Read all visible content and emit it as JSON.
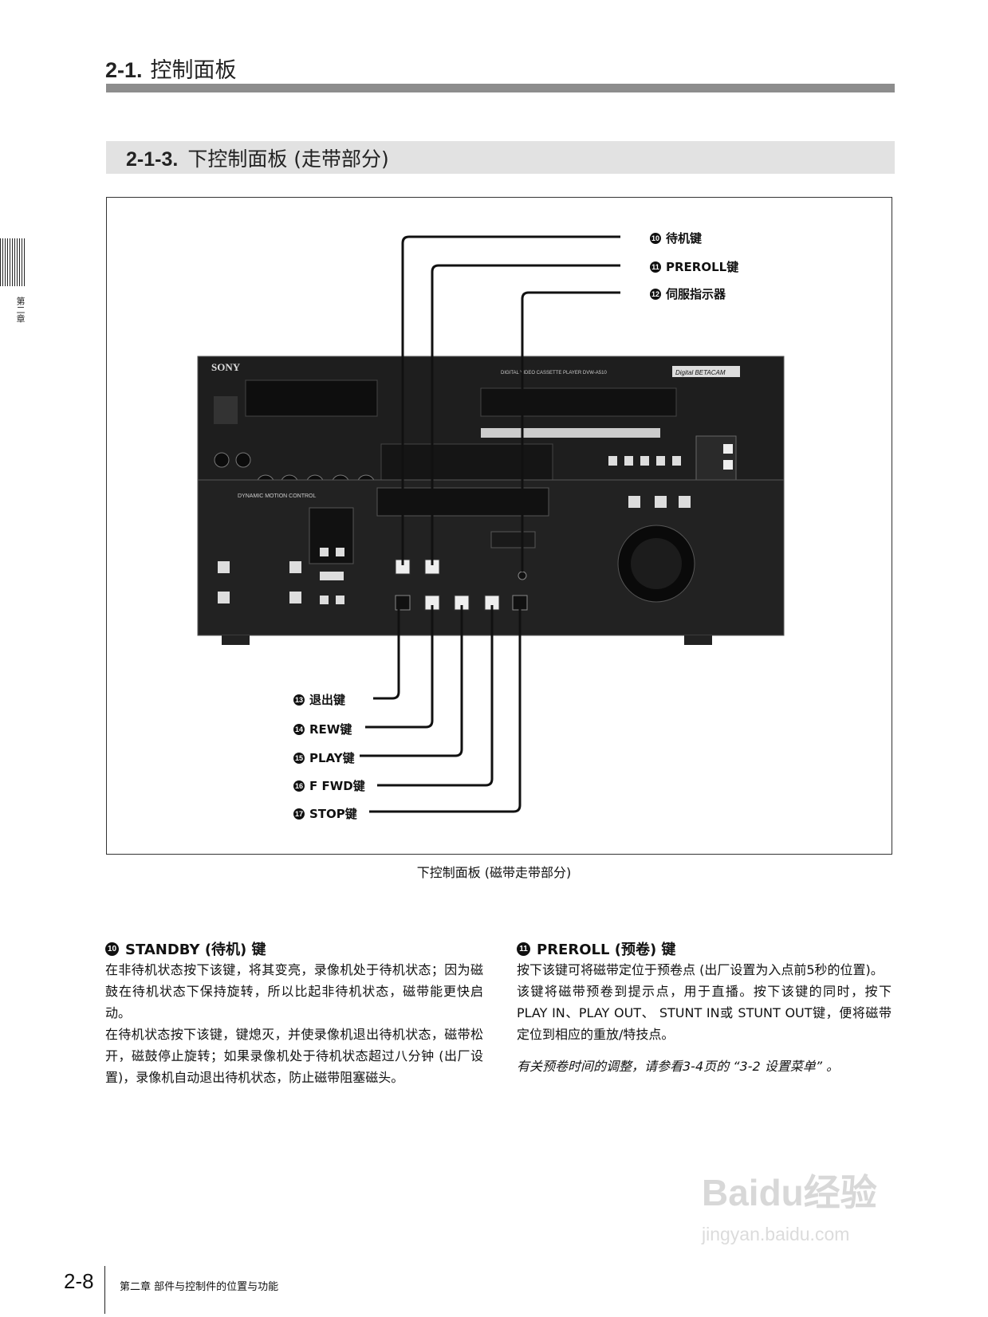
{
  "header": {
    "section_num": "2-1.",
    "section_title": "控制面板"
  },
  "subheader": {
    "num": "2-1-3.",
    "title": "下控制面板 (走带部分)"
  },
  "sidebar": {
    "chapter": "第二章"
  },
  "figure": {
    "device": {
      "brand": "SONY",
      "model": "DIGITAL VIDEO CASSETTE PLAYER  DVW-A510",
      "logo": "Digital BETACAM",
      "panel_label": "DYNAMIC MOTION CONTROL",
      "buttons": [
        "EJECT",
        "REW",
        "PLAY",
        "F FWD",
        "STOP"
      ]
    },
    "callouts_top": [
      {
        "num": "10",
        "label": "待机键"
      },
      {
        "num": "11",
        "label": "PREROLL键"
      },
      {
        "num": "12",
        "label": "伺服指示器"
      }
    ],
    "callouts_bottom": [
      {
        "num": "13",
        "label": "退出键"
      },
      {
        "num": "14",
        "label": "REW键"
      },
      {
        "num": "15",
        "label": "PLAY键"
      },
      {
        "num": "16",
        "label": "F FWD键"
      },
      {
        "num": "17",
        "label": "STOP键"
      }
    ],
    "caption": "下控制面板 (磁带走带部分)"
  },
  "left_section": {
    "num": "10",
    "title": "STANDBY (待机) 键",
    "paragraphs": [
      "在非待机状态按下该键，将其变亮，录像机处于待机状态；因为磁鼓在待机状态下保持旋转，所以比起非待机状态，磁带能更快启动。",
      "在待机状态按下该键，键熄灭，并使录像机退出待机状态，磁带松开，磁鼓停止旋转；如果录像机处于待机状态超过八分钟 (出厂设置)，录像机自动退出待机状态，防止磁带阻塞磁头。"
    ]
  },
  "right_section": {
    "num": "11",
    "title": "PREROLL (预卷) 键",
    "paragraphs": [
      "按下该键可将磁带定位于预卷点 (出厂设置为入点前5秒的位置)。",
      "该键将磁带预卷到提示点，用于直播。按下该键的同时，按下PLAY IN、PLAY OUT、 STUNT IN或 STUNT OUT键，便将磁带定位到相应的重放/特技点。"
    ],
    "note": "有关预卷时间的调整，请参看3-4页的 “3-2 设置菜单” 。"
  },
  "footer": {
    "page": "2-8",
    "chapter_title": "第二章  部件与控制件的位置与功能"
  },
  "watermark": {
    "brand": "Baidu经验",
    "url": "jingyan.baidu.com"
  }
}
